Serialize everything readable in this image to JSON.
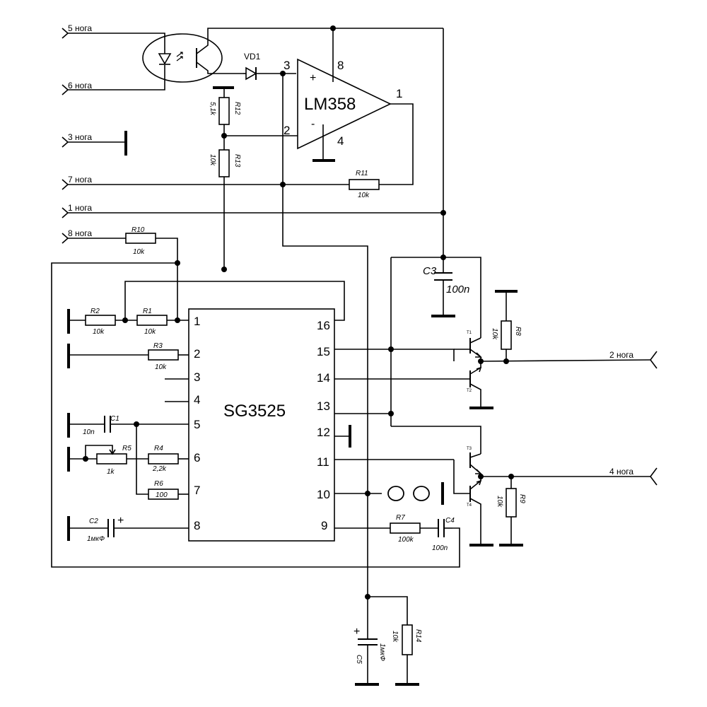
{
  "connectors": {
    "leg5": "5 нога",
    "leg6": "6 нога",
    "leg3": "3 нога",
    "leg7": "7 нога",
    "leg1": "1 нога",
    "leg8": "8 нога",
    "leg2": "2 нога",
    "leg4": "4 нога"
  },
  "ics": {
    "lm358": {
      "name": "LM358",
      "pins": {
        "p1": "1",
        "p2": "2",
        "p3": "3",
        "p4": "4",
        "p8": "8"
      },
      "plus": "+",
      "minus": "-"
    },
    "sg3525": {
      "name": "SG3525",
      "pins_left": [
        "1",
        "2",
        "3",
        "4",
        "5",
        "6",
        "7",
        "8"
      ],
      "pins_right": [
        "16",
        "15",
        "14",
        "13",
        "12",
        "11",
        "10",
        "9"
      ]
    }
  },
  "components": {
    "vd1": "VD1",
    "r12": {
      "ref": "R12",
      "value": "5,1k"
    },
    "r13": {
      "ref": "R13",
      "value": "10k"
    },
    "r11": {
      "ref": "R11",
      "value": "10k"
    },
    "r10": {
      "ref": "R10",
      "value": "10k"
    },
    "r2": {
      "ref": "R2",
      "value": "10k"
    },
    "r1": {
      "ref": "R1",
      "value": "10k"
    },
    "r3": {
      "ref": "R3",
      "value": "10k"
    },
    "r5": {
      "ref": "R5",
      "value": "1k"
    },
    "r4": {
      "ref": "R4",
      "value": "2,2k"
    },
    "r6": {
      "ref": "R6",
      "value": "100"
    },
    "r7": {
      "ref": "R7",
      "value": "100k"
    },
    "r8": {
      "ref": "R8",
      "value": "10k"
    },
    "r9": {
      "ref": "R9",
      "value": "10k"
    },
    "r14": {
      "ref": "R14",
      "value": "10k"
    },
    "c1": {
      "ref": "C1",
      "value": "10n"
    },
    "c2": {
      "ref": "C2",
      "value": "1мкФ"
    },
    "c3": {
      "ref": "C3",
      "value": "100n"
    },
    "c4": {
      "ref": "C4",
      "value": "100n"
    },
    "c5": {
      "ref": "C5",
      "value": "1мкФ"
    },
    "t1": "T1",
    "t2": "T2",
    "t3": "T3",
    "t4": "T4",
    "plus": "+"
  }
}
